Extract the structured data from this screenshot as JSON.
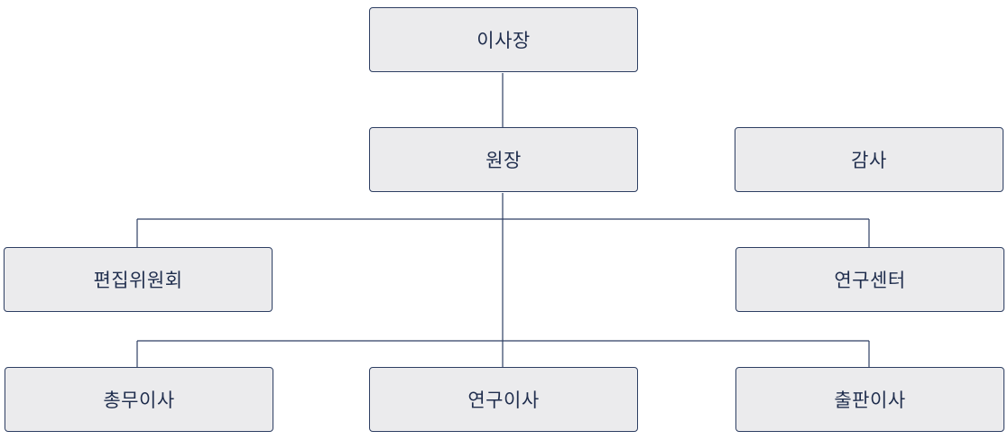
{
  "org_chart": {
    "chairman": "이사장",
    "director": "원장",
    "auditor": "감사",
    "editorial_committee": "편집위원회",
    "research_center": "연구센터",
    "general_affairs_director": "총무이사",
    "research_director": "연구이사",
    "publishing_director": "출판이사"
  },
  "colors": {
    "box_fill": "#ebebed",
    "line": "#2e3f63",
    "text": "#1f2d4d"
  }
}
